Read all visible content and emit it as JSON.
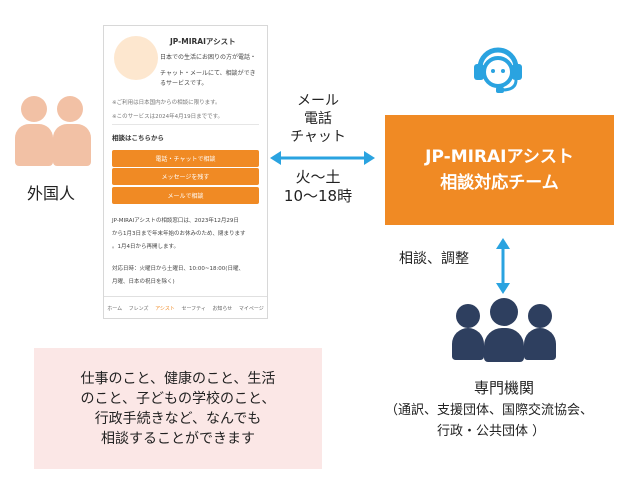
{
  "left_person": {
    "label": "外国人"
  },
  "phone": {
    "title": "JP-MIRAIアシスト",
    "intro": [
      "日本での生活にお困りの方が電話・",
      "チャット・メールにて、相談ができ",
      "るサービスです。"
    ],
    "notes": [
      "※ご利用は日本国内からの相談に限ります。",
      "※このサービスは2024年4月19日までです。"
    ],
    "consult_head": "相談はこちらから",
    "btn_phone": "電話・チャットで相談",
    "btn_message": "メッセージを残す",
    "btn_mail": "メールで相談",
    "holiday_text": [
      "JP-MIRAIアシストの相談窓口は、2023年12月29日",
      "から1月3日まで年末年始のお休みのため、閉まります",
      "。1月4日から再開します。"
    ],
    "hours_text": [
      "対応日時：火曜日から土曜日、10:00~18:00(日曜、",
      "月曜、日本の祝日を除く)"
    ],
    "nav": [
      "ホーム",
      "フレンズ",
      "アシスト",
      "セーフティ",
      "お知らせ",
      "マイページ"
    ]
  },
  "channels": [
    "メール",
    "電話",
    "チャット"
  ],
  "hours": [
    "火〜土",
    "10〜18時"
  ],
  "support_team": {
    "line1": "JP-MIRAIアシスト",
    "line2": "相談対応チーム"
  },
  "consult_label": "相談、調整",
  "experts": {
    "title": "専門機関",
    "detail1": "（通訳、支援団体、国際交流協会、",
    "detail2": "行政・公共団体 ）"
  },
  "topics": [
    "仕事のこと、健康のこと、生活",
    "のこと、子どもの学校のこと、",
    "行政手続きなど、なんでも",
    "相談することができます"
  ],
  "colors": {
    "orange": "#f08a24",
    "arrow_blue": "#2aa3e0",
    "navy": "#2e3f5f",
    "skin": "#f2c1a5",
    "pink_box": "#fbe7e6"
  }
}
